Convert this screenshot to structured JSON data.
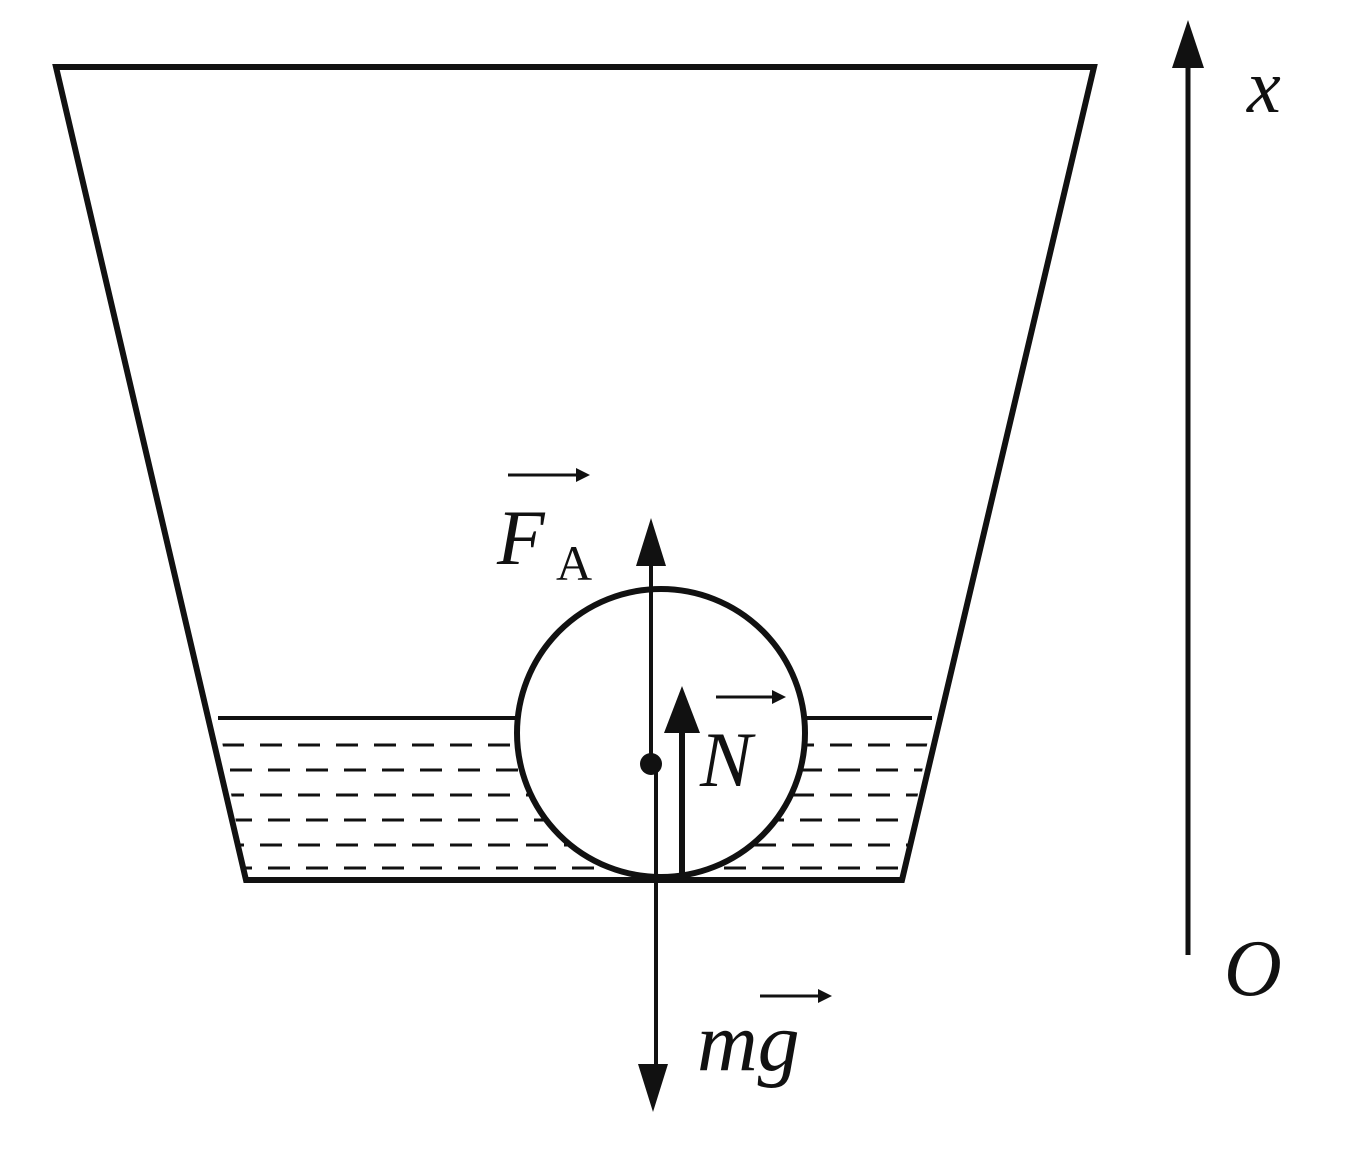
{
  "labels": {
    "buoyant_force": "F",
    "buoyant_force_subscript": "A",
    "normal_force": "N",
    "gravity_force": "mg",
    "axis_name": "x",
    "origin": "O"
  },
  "colors": {
    "ink": "#111111",
    "background": "#ffffff"
  }
}
